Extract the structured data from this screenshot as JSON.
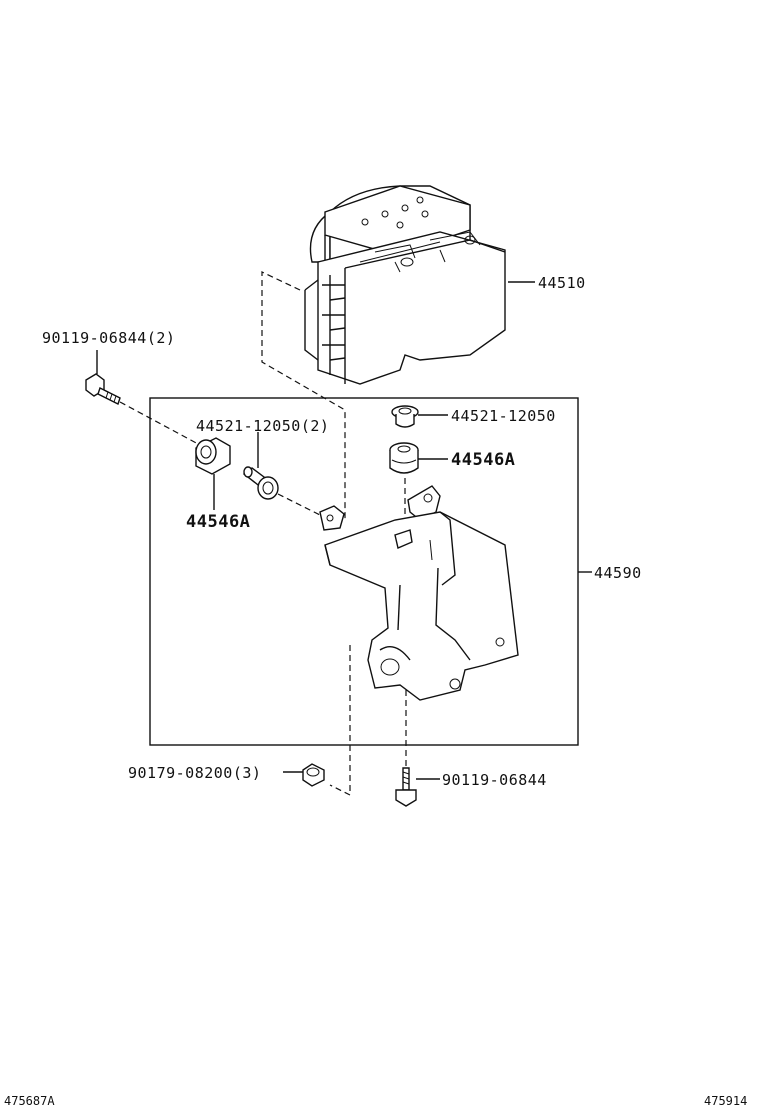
{
  "labels": {
    "actuator": "44510",
    "bolt_left": "90119-06844(2)",
    "grommet_left_qty": "44521-12050(2)",
    "grommet_top": "44521-12050",
    "cushion_top": "44546A",
    "cushion_left": "44546A",
    "bracket": "44590",
    "nut": "90179-08200(3)",
    "bolt_bottom": "90119-06844"
  },
  "footer": {
    "left_code": "475687A",
    "right_code": "475914"
  },
  "colors": {
    "line": "#111111",
    "background": "#ffffff"
  }
}
